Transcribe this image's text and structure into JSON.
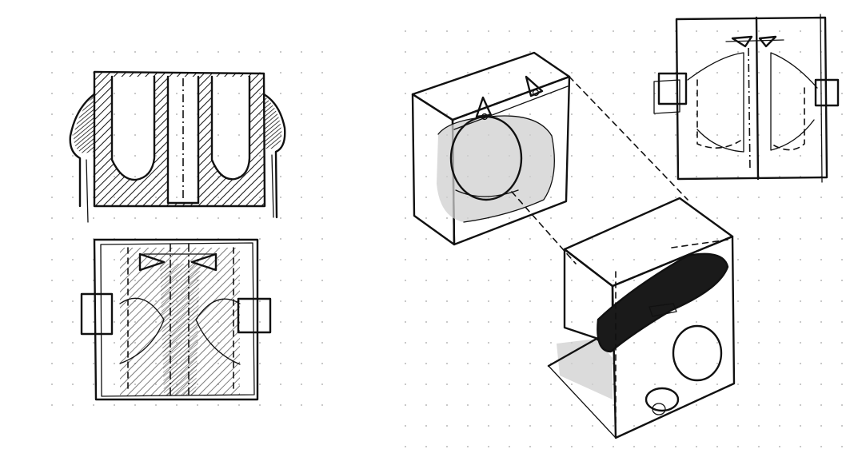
{
  "sketch": {
    "paper_dot_color": "#b8b8b8",
    "ink_color": "#111111",
    "shade_color": "#cfcfcf"
  },
  "views": [
    {
      "id": "section-view",
      "icon": "u-channel-section-drawing"
    },
    {
      "id": "front-view",
      "icon": "mold-front-elevation-drawing"
    },
    {
      "id": "isometric-half-a",
      "icon": "mold-half-isometric-drawing"
    },
    {
      "id": "isometric-half-b",
      "icon": "mold-half-isometric-drawing"
    },
    {
      "id": "elevation-view",
      "icon": "mold-side-elevation-drawing"
    }
  ]
}
